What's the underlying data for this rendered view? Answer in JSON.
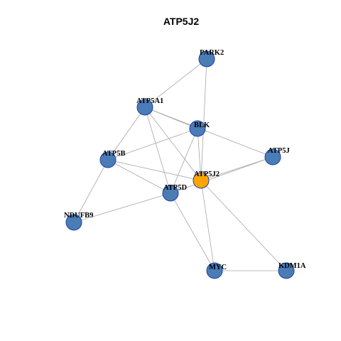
{
  "title": "ATP5J2",
  "colors": {
    "default_node": "#4a7db5",
    "highlight_node": "#ffa500",
    "node_border": "#1f3fa8",
    "edge": "#a6a6a6",
    "background": "#ffffff"
  },
  "network": {
    "nodes": [
      {
        "id": "PARK2",
        "label": "PARK2",
        "highlight": false
      },
      {
        "id": "ATP5A1",
        "label": "ATP5A1",
        "highlight": false
      },
      {
        "id": "BLK",
        "label": "BLK",
        "highlight": false
      },
      {
        "id": "ATP5J",
        "label": "ATP5J",
        "highlight": false
      },
      {
        "id": "ATP5B",
        "label": "ATP5B",
        "highlight": false
      },
      {
        "id": "ATP5J2",
        "label": "ATP5J2",
        "highlight": true
      },
      {
        "id": "ATP5D",
        "label": "ATP5D",
        "highlight": false
      },
      {
        "id": "NDUFB9",
        "label": "NDUFB9",
        "highlight": false
      },
      {
        "id": "MYC",
        "label": "MYC",
        "highlight": false
      },
      {
        "id": "KDM1A",
        "label": "KDM1A",
        "highlight": false
      }
    ],
    "edges": [
      [
        "PARK2",
        "ATP5A1"
      ],
      [
        "PARK2",
        "ATP5J2"
      ],
      [
        "ATP5A1",
        "BLK"
      ],
      [
        "ATP5A1",
        "ATP5J"
      ],
      [
        "ATP5A1",
        "ATP5B"
      ],
      [
        "ATP5A1",
        "ATP5D"
      ],
      [
        "ATP5A1",
        "ATP5J2"
      ],
      [
        "BLK",
        "ATP5B"
      ],
      [
        "BLK",
        "ATP5D"
      ],
      [
        "BLK",
        "ATP5J2"
      ],
      [
        "ATP5J",
        "ATP5J2"
      ],
      [
        "ATP5J",
        "ATP5D"
      ],
      [
        "ATP5B",
        "ATP5J2"
      ],
      [
        "ATP5B",
        "ATP5D"
      ],
      [
        "ATP5B",
        "NDUFB9"
      ],
      [
        "ATP5D",
        "NDUFB9"
      ],
      [
        "ATP5D",
        "MYC"
      ],
      [
        "ATP5J2",
        "MYC"
      ],
      [
        "ATP5J2",
        "KDM1A"
      ],
      [
        "MYC",
        "KDM1A"
      ]
    ]
  }
}
